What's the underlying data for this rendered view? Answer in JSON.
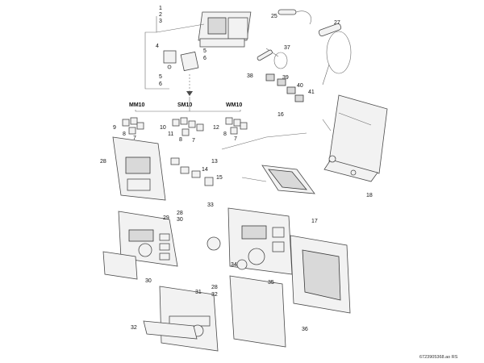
{
  "colors": {
    "callout_fill": "#f6d98a",
    "callout_stroke": "#9a7b2a",
    "line": "#4a4a4a"
  },
  "group_labels": {
    "mm10": "MM10",
    "sm10": "SM10",
    "wm10": "WM10"
  },
  "callouts": {
    "c1": "1",
    "c2": "2",
    "c3": "3",
    "c4": "4",
    "c5": "5",
    "c6": "6",
    "c7": "7",
    "c8": "8",
    "c9": "9",
    "c10": "10",
    "c11": "11",
    "c12": "12",
    "c13": "13",
    "c14": "14",
    "c15": "15",
    "c16": "16",
    "c17": "17",
    "c18": "18",
    "c25": "25",
    "c27": "27",
    "c28": "28",
    "c29": "29",
    "c30": "30",
    "c31": "31",
    "c32": "32",
    "c33": "33",
    "c34": "34",
    "c35": "35",
    "c36": "36",
    "c37": "37",
    "c38": "38",
    "c39": "39",
    "c40": "40",
    "c41": "41"
  },
  "document_id": "6723905368.ao RS"
}
